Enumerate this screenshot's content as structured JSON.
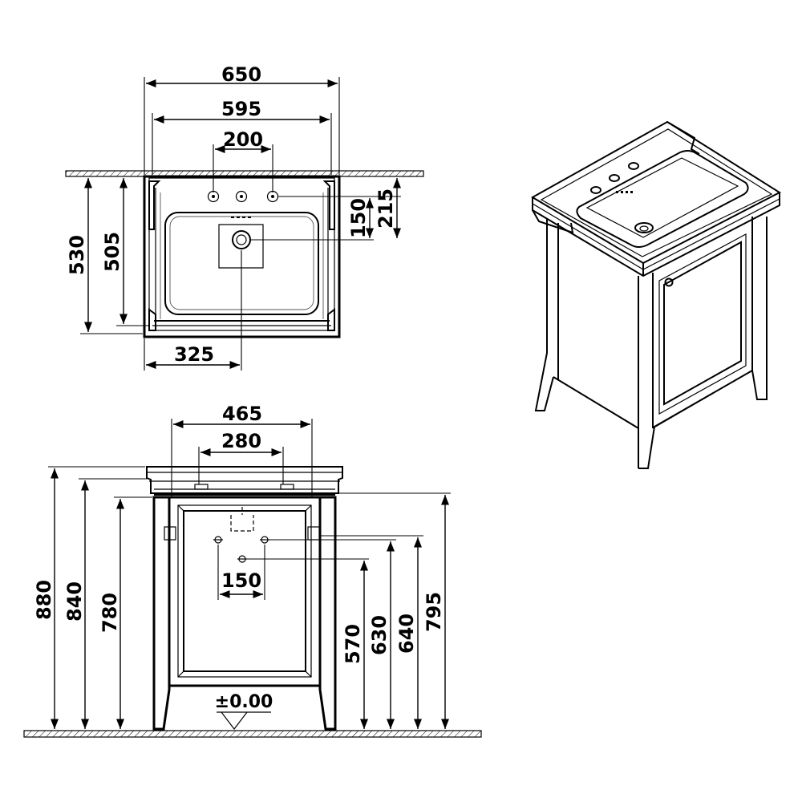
{
  "top_view": {
    "dims": {
      "width_650": "650",
      "width_595": "595",
      "tap_spacing_200": "200",
      "waste_depth_150": "150",
      "tap_depth_215": "215",
      "depth_530": "530",
      "depth_505": "505",
      "waste_offset_325": "325"
    }
  },
  "front_view": {
    "dims": {
      "width_465": "465",
      "spacing_280": "280",
      "spacing_150": "150",
      "height_880": "880",
      "height_840": "840",
      "height_780": "780",
      "height_570": "570",
      "height_630": "630",
      "height_640": "640",
      "height_795": "795",
      "floor_level": "±0.00"
    }
  }
}
